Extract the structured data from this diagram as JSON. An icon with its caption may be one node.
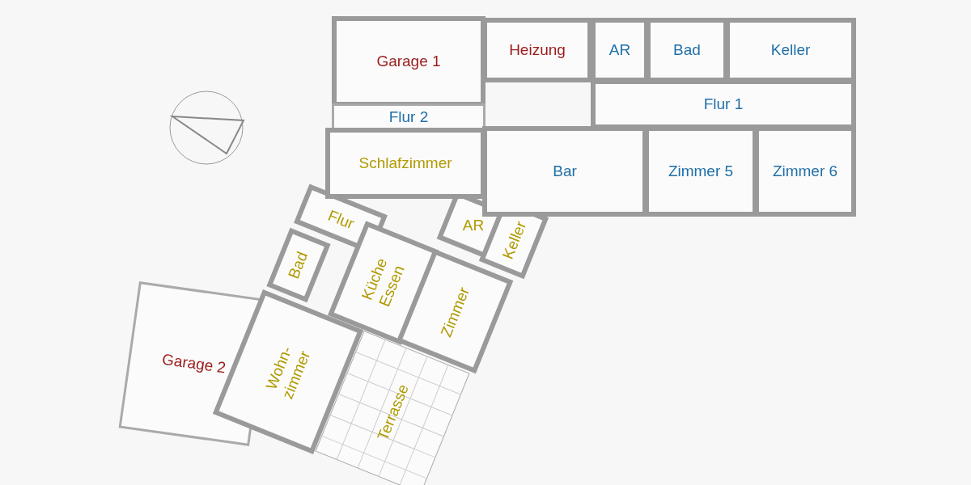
{
  "diagram": {
    "nodes": [
      {
        "text": [
          "Garage 1"
        ]
      },
      {
        "text": [
          "Heizung"
        ]
      },
      {
        "text": [
          "AR"
        ]
      },
      {
        "text": [
          "Bad"
        ]
      },
      {
        "text": [
          "Keller"
        ]
      },
      {
        "text": [
          "Flur 2"
        ]
      },
      {
        "text": [
          "Flur 1"
        ]
      },
      {
        "text": [
          "Schlafzimmer"
        ]
      },
      {
        "text": [
          "Bar"
        ]
      },
      {
        "text": [
          "Zimmer 5"
        ]
      },
      {
        "text": [
          "Zimmer 6"
        ]
      },
      {
        "text": [
          "Flur"
        ]
      },
      {
        "text": [
          "AR"
        ]
      },
      {
        "text": [
          "Keller"
        ]
      },
      {
        "text": [
          "Bad"
        ]
      },
      {
        "text": [
          "Küche Essen"
        ]
      },
      {
        "text": [
          "Zimmer"
        ]
      },
      {
        "text": [
          "Garage 2"
        ]
      },
      {
        "text": [
          "Wohn- zimmer"
        ]
      },
      {
        "text": [
          "Terrasse"
        ]
      }
    ]
  }
}
